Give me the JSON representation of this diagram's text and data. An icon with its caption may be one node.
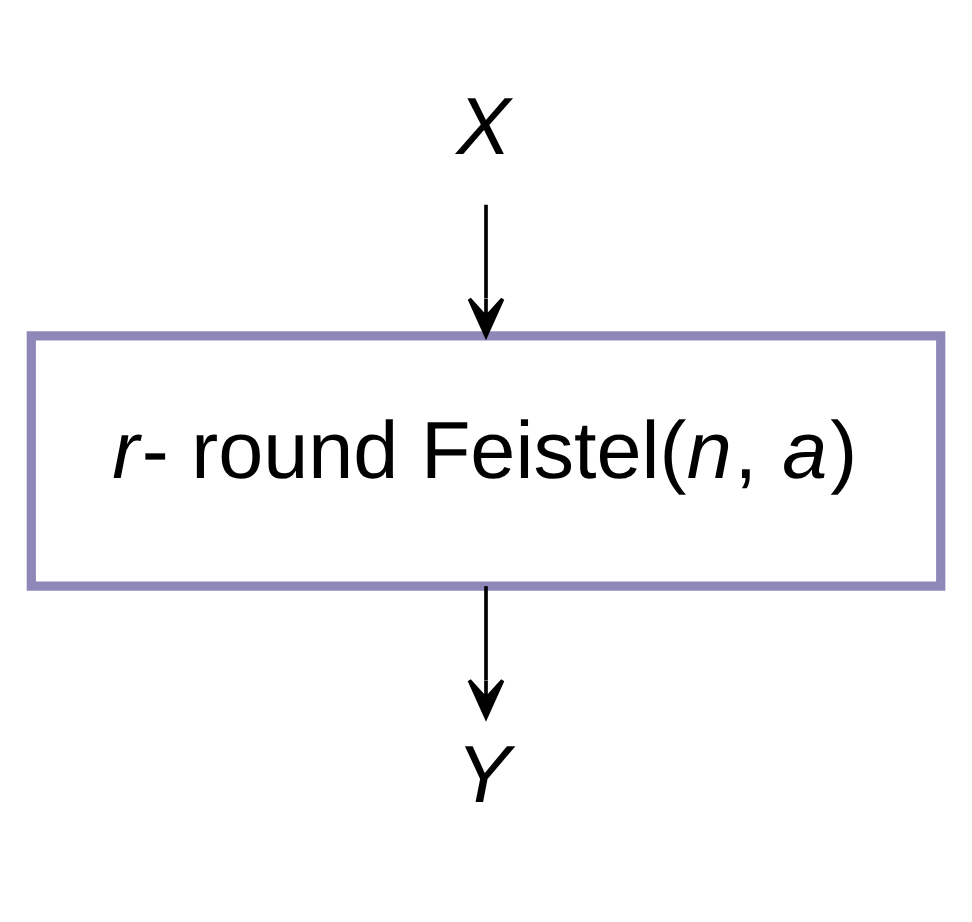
{
  "diagram": {
    "nodes": [
      {
        "text": [
          "X"
        ]
      },
      {
        "text": [
          "*r*- round Feistel(*n*, *a*)"
        ]
      },
      {
        "text": [
          "Y"
        ]
      }
    ],
    "edges": [
      {
        "from": 0,
        "to": 1,
        "arrow": "to"
      },
      {
        "from": 1,
        "to": 2,
        "arrow": "to"
      }
    ]
  }
}
